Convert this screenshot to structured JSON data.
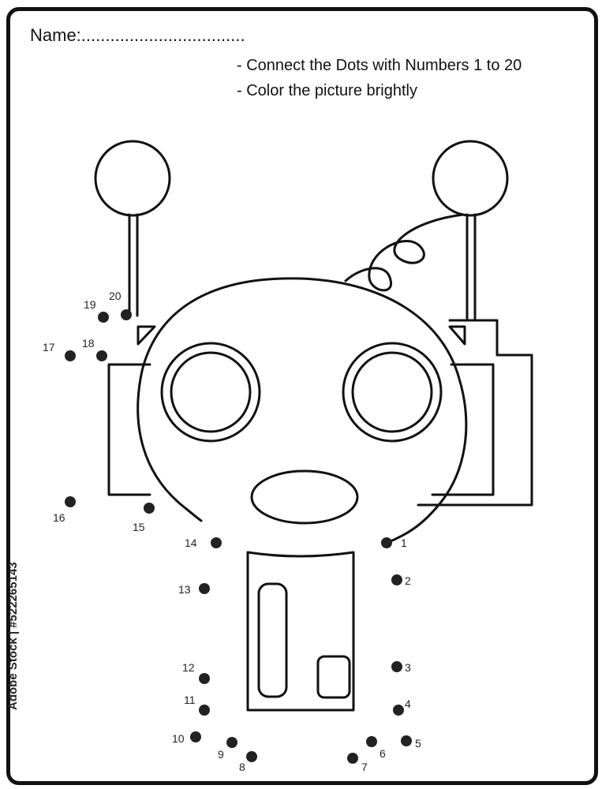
{
  "worksheet": {
    "name_label": "Name:..................................",
    "instructions": [
      "- Connect the Dots with Numbers 1 to 20",
      "- Color the picture brightly"
    ],
    "stock_id": "Adobe Stock | #522265143"
  },
  "dots": {
    "labels": [
      "1",
      "2",
      "3",
      "4",
      "5",
      "6",
      "7",
      "8",
      "9",
      "10",
      "11",
      "12",
      "13",
      "14",
      "15",
      "16",
      "17",
      "18",
      "19",
      "20"
    ],
    "color": "#222222"
  },
  "colors": {
    "line": "#111111",
    "background": "#ffffff"
  }
}
